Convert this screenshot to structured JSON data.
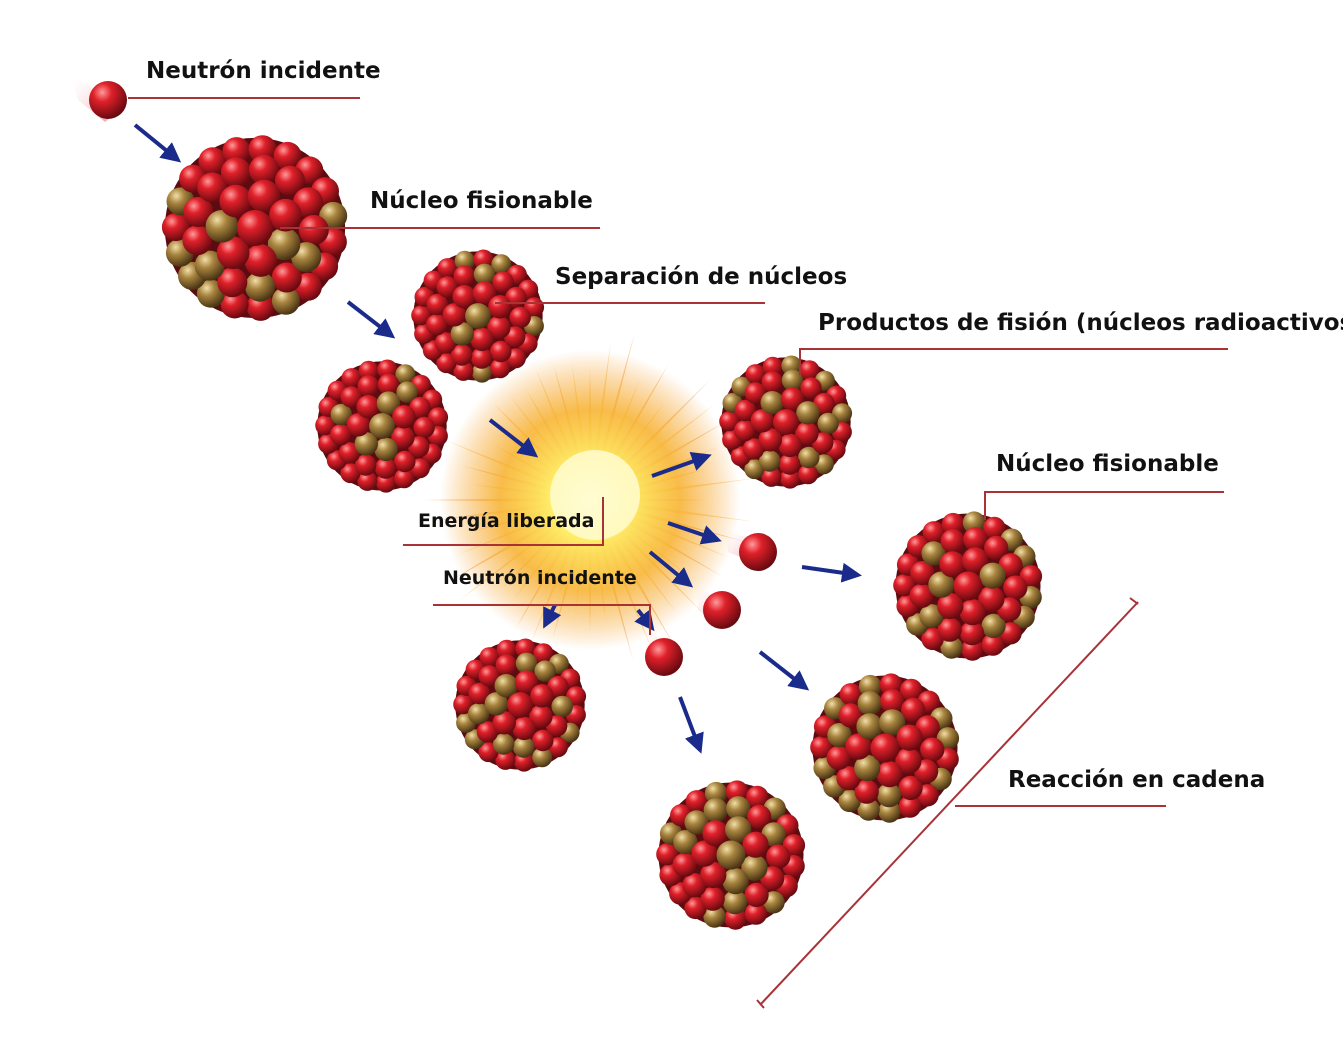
{
  "labels": {
    "incident_neutron_top": "Neutrón incidente",
    "fissionable_nucleus_top": "Núcleo fisionable",
    "nuclei_separation": "Separación de núcleos",
    "fission_products": "Productos de fisión (núcleos radioactivos)",
    "fissionable_nucleus_right": "Núcleo fisionable",
    "energy_released": "Energía liberada",
    "incident_neutron_bottom": "Neutrón incidente",
    "chain_reaction": "Reacción en cadena"
  },
  "colors": {
    "proton": "#d8202a",
    "neutron_particle": "#a8843f",
    "arrow": "#1a2b8c",
    "leader_line": "#a83236",
    "explosion_core": "#fff6a0",
    "explosion_outer": "#f0a020"
  }
}
